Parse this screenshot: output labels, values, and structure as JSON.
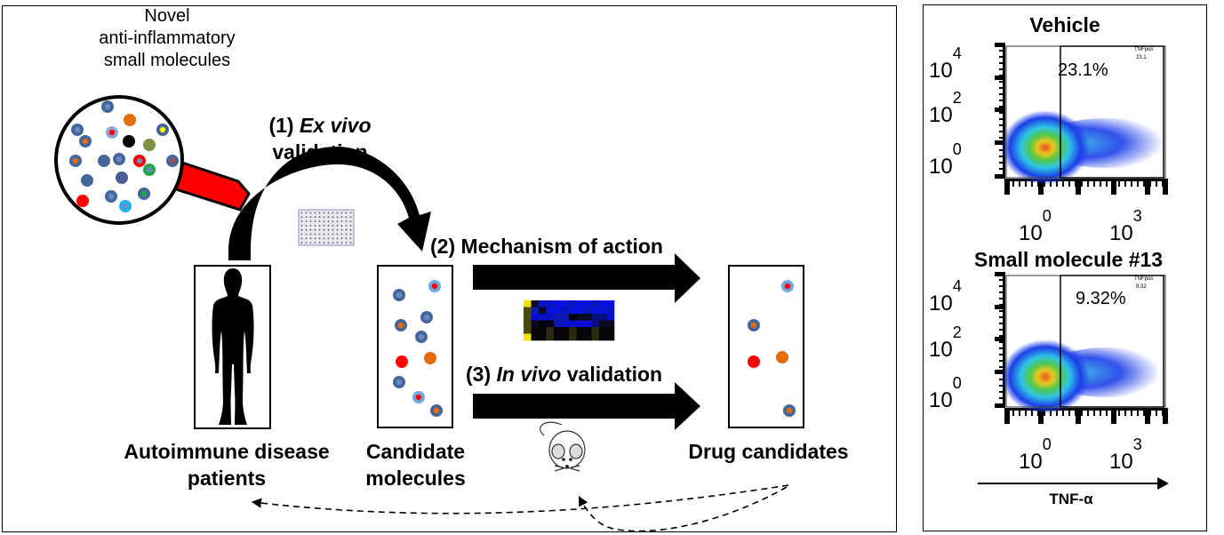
{
  "left_panel": {
    "library_label": [
      "Novel",
      "anti-inflammatory",
      "small molecules"
    ],
    "step1": {
      "prefix": "(1) ",
      "italic": "Ex vivo",
      "line2": "validation"
    },
    "step2": {
      "text": "(2) Mechanism of action"
    },
    "step3": {
      "prefix": "(3) ",
      "italic": "In vivo",
      "suffix": " validation"
    },
    "patients_label": [
      "Autoimmune disease",
      "patients"
    ],
    "candidates_label": [
      "Candidate",
      "molecules"
    ],
    "drug_label": "Drug candidates",
    "icons": {
      "magnifier": "magnifying-glass-with-molecules",
      "plate": "96-well-plate",
      "person": "human-silhouette",
      "heatmap": "expression-heatmap",
      "mouse": "lab-mouse"
    },
    "colors": {
      "magnifier_handle": "#ff0000",
      "molecule_blue": "#44679a",
      "molecule_orange": "#e46c0a",
      "molecule_red": "#ff0000",
      "molecule_light": "#6fa8dc",
      "heatmap_blue": "#0a12c8",
      "heatmap_yellow": "#f5e400"
    }
  },
  "right_panel": {
    "plots": [
      {
        "title": "Vehicle",
        "gate_name": "TNFpos",
        "gate_value": "23.1",
        "percent": "23.1%",
        "y_ticks": [
          {
            "base": "10",
            "exp": "4"
          },
          {
            "base": "10",
            "exp": "2"
          },
          {
            "base": "10",
            "exp": "0"
          }
        ],
        "x_ticks": [
          {
            "base": "10",
            "exp": "0"
          },
          {
            "base": "10",
            "exp": "3"
          }
        ]
      },
      {
        "title": "Small molecule #13",
        "gate_name": "TNFpos",
        "gate_value": "9.32",
        "percent": "9.32%",
        "y_ticks": [
          {
            "base": "10",
            "exp": "4"
          },
          {
            "base": "10",
            "exp": "2"
          },
          {
            "base": "10",
            "exp": "0"
          }
        ],
        "x_ticks": [
          {
            "base": "10",
            "exp": "0"
          },
          {
            "base": "10",
            "exp": "3"
          }
        ]
      }
    ],
    "x_axis_label": "TNF-α"
  }
}
